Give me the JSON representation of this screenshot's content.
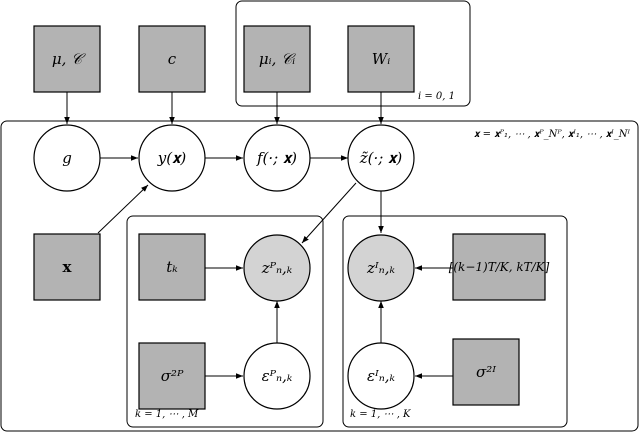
{
  "nodes": {
    "mu_c": "μ, 𝒞",
    "c": "c",
    "mu_ci": "μᵢ, 𝒞ᵢ",
    "W_i": "Wᵢ",
    "g": "g",
    "y": "y(𝐱)",
    "f": "f(·; 𝐱)",
    "z_tilde": "z̃(·; 𝐱)",
    "x": "𝐱",
    "t_k": "tₖ",
    "z_P": "zᴾₙ,ₖ",
    "sigma_P": "σ²ᴾ",
    "eps_P": "εᴾₙ,ₖ",
    "z_I": "zᴵₙ,ₖ",
    "interval": "[(k−1)T/K, kT/K]",
    "eps_I": "εᴵₙ,ₖ",
    "sigma_I": "σ²ᴵ"
  },
  "plates": {
    "i_label": "i = 0, 1",
    "x_def": "𝐱 = 𝐱ᴾ₁, ⋯ , 𝐱ᴾ_Nᴾ, 𝐱ᴵ₁, ⋯ , 𝐱ᴵ_Nᴵ",
    "k_P_label": "k = 1, ⋯ , M",
    "k_I_label": "k = 1, ⋯ , K"
  }
}
